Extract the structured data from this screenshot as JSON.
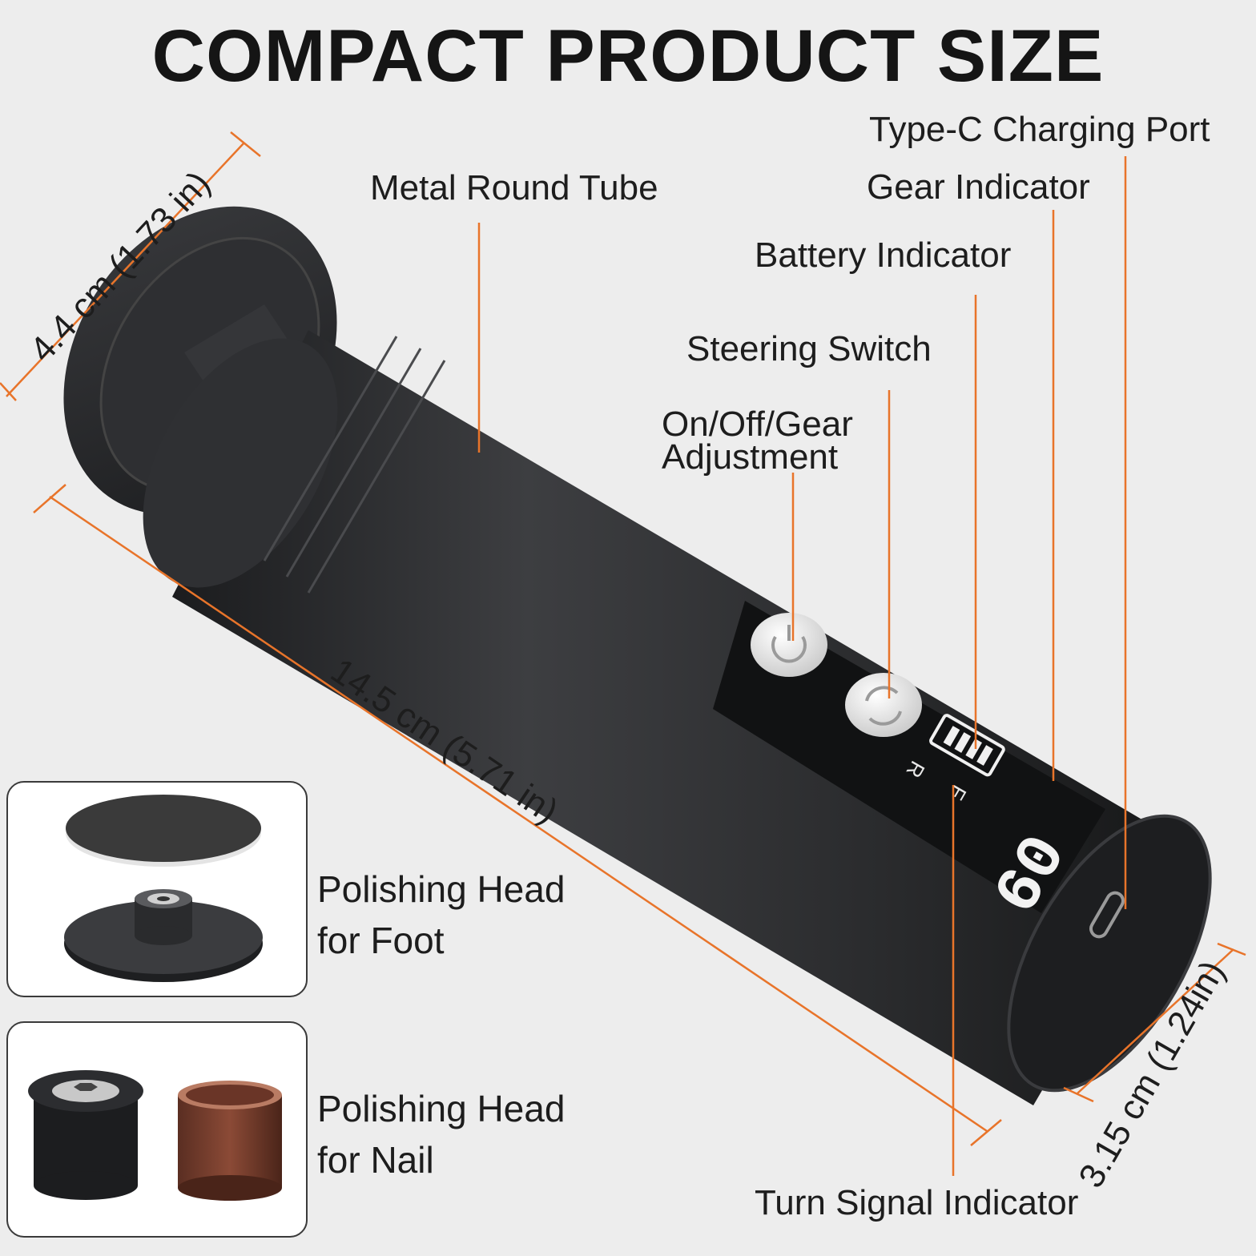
{
  "title": "COMPACT PRODUCT SIZE",
  "labels": {
    "metal_tube": "Metal Round Tube",
    "type_c": "Type-C Charging Port",
    "gear_indicator": "Gear Indicator",
    "battery_indicator": "Battery Indicator",
    "steering_switch": "Steering Switch",
    "onoff_line1": "On/Off/Gear",
    "onoff_line2": "Adjustment",
    "turn_signal": "Turn Signal Indicator"
  },
  "dimensions": {
    "diameter": "4.4 cm (1.73 in)",
    "length": "14.5 cm (5.71 in)",
    "end": "3.15 cm (1.24in)"
  },
  "accessories": {
    "foot_line1": "Polishing Head",
    "foot_line2": "for Foot",
    "nail_line1": "Polishing Head",
    "nail_line2": "for Nail"
  },
  "display": {
    "letter_r": "R",
    "letter_f": "F",
    "gear_digits": "09"
  },
  "colors": {
    "accent": "#e8742a",
    "device": "#2b2c2e",
    "background": "#ededed"
  }
}
